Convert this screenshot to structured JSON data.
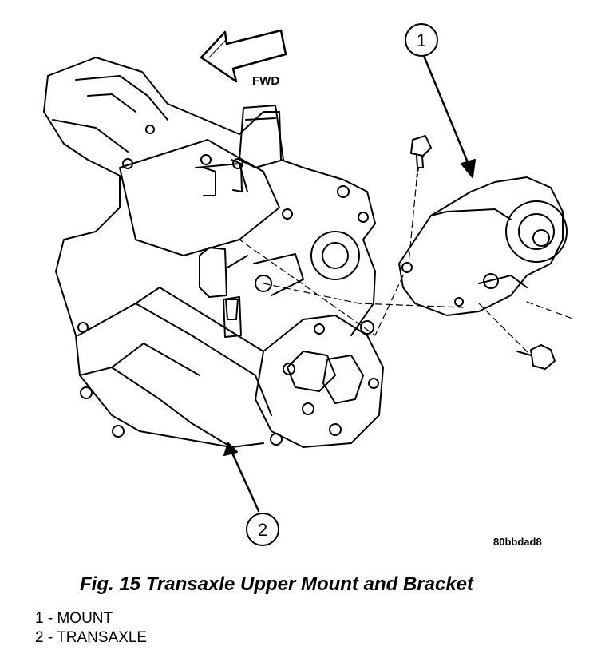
{
  "figure": {
    "direction_label": "FWD",
    "reference_code": "80bbdad8",
    "callouts": [
      "1",
      "2"
    ]
  },
  "caption": "Fig. 15 Transaxle Upper Mount and Bracket",
  "legend": [
    {
      "number": "1",
      "separator": " - ",
      "label": "MOUNT"
    },
    {
      "number": "2",
      "separator": " - ",
      "label": "TRANSAXLE"
    }
  ]
}
